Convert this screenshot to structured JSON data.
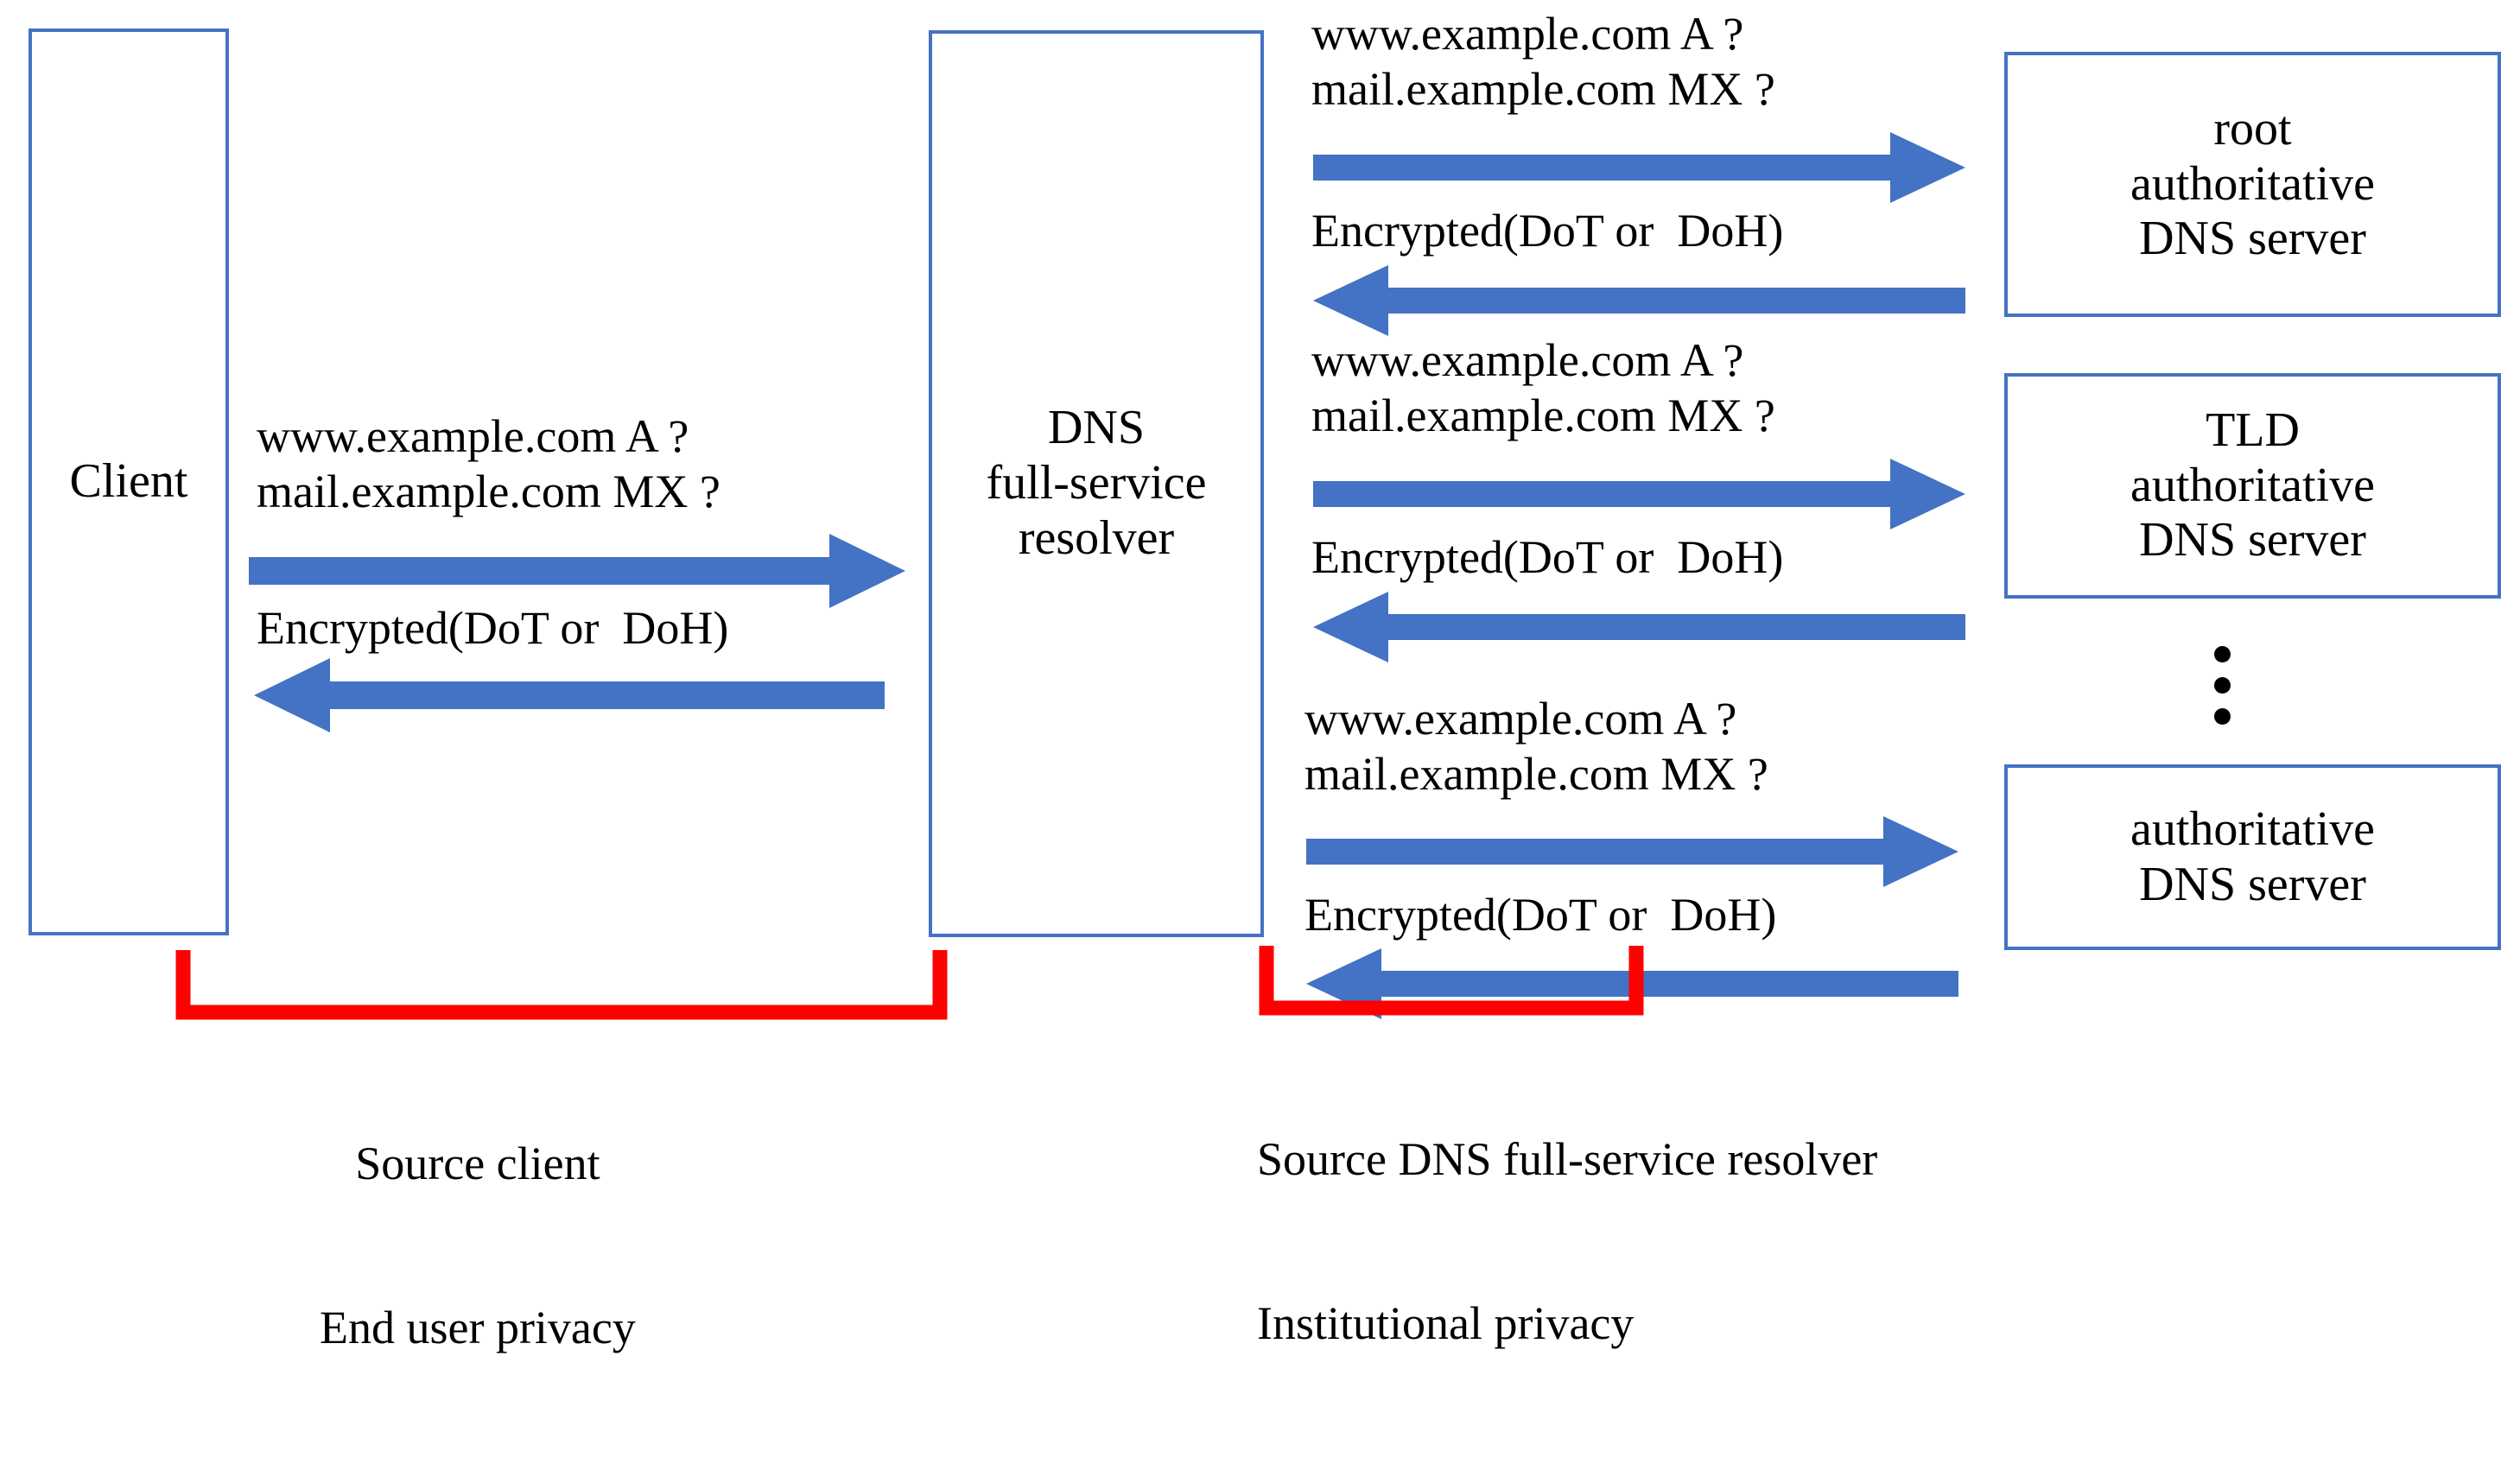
{
  "diagram": {
    "title": "Encrypted DNS resolution privacy scopes",
    "colors": {
      "box_border": "#4472C4",
      "arrow_fill": "#4472C4",
      "bracket": "#FF0000",
      "text": "#000000",
      "background": "#FFFFFF"
    }
  },
  "nodes": [
    {
      "id": "client",
      "label": "Client"
    },
    {
      "id": "resolver",
      "label_line1": "DNS",
      "label_line2": "full-service",
      "label_line3": "resolver"
    },
    {
      "id": "root",
      "label_line1": "root",
      "label_line2": "authoritative",
      "label_line3": "DNS server"
    },
    {
      "id": "tld",
      "label_line1": "TLD",
      "label_line2": "authoritative",
      "label_line3": "DNS server"
    },
    {
      "id": "auth",
      "label_line1": "authoritative",
      "label_line2": "DNS server"
    }
  ],
  "ellipsis": {
    "symbol": "vertical-ellipsis",
    "dots": 3
  },
  "exchanges": [
    {
      "id": "client-to-resolver",
      "query_line1": "www.example.com A ?",
      "query_line2": "mail.example.com MX ?",
      "response": "Encrypted(DoT or  DoH)",
      "request_direction": "right",
      "response_direction": "left"
    },
    {
      "id": "resolver-to-root",
      "query_line1": "www.example.com A ?",
      "query_line2": "mail.example.com MX ?",
      "response": "Encrypted(DoT or  DoH)",
      "request_direction": "right",
      "response_direction": "left"
    },
    {
      "id": "resolver-to-tld",
      "query_line1": "www.example.com A ?",
      "query_line2": "mail.example.com MX ?",
      "response": "Encrypted(DoT or  DoH)",
      "request_direction": "right",
      "response_direction": "left"
    },
    {
      "id": "resolver-to-auth",
      "query_line1": "www.example.com A ?",
      "query_line2": "mail.example.com MX ?",
      "response": "Encrypted(DoT or  DoH)",
      "request_direction": "right",
      "response_direction": "left"
    }
  ],
  "scopes": [
    {
      "id": "left-scope",
      "caption_line1": "Source client",
      "caption_line2": "End user privacy"
    },
    {
      "id": "right-scope",
      "caption_line1": "Source DNS full-service resolver",
      "caption_line2": "Institutional privacy"
    }
  ]
}
